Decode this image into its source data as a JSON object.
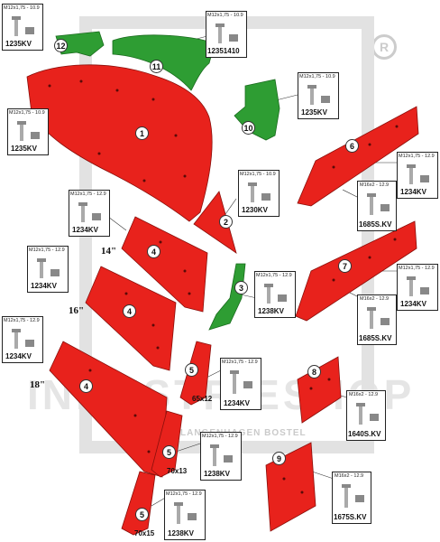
{
  "colors": {
    "red_part": "#e8221c",
    "green_part": "#2e9d33",
    "frame": "#dddddd"
  },
  "watermark": {
    "main": "INDUSTRIESHOP",
    "sub": "LANGENHAGEN BOSTEL",
    "reg_mark": "R"
  },
  "size_labels": {
    "s14": "14\"",
    "s16": "16\"",
    "s18": "18\"",
    "s65x12": "65x12",
    "s70x13": "70x13",
    "s70x15": "70x15"
  },
  "callouts": {
    "c1": "1",
    "c2": "2",
    "c3": "3",
    "c4a": "4",
    "c4b": "4",
    "c4c": "4",
    "c5a": "5",
    "c5b": "5",
    "c5c": "5",
    "c6": "6",
    "c7": "7",
    "c8": "8",
    "c9": "9",
    "c10": "10",
    "c11": "11",
    "c12": "12"
  },
  "bolts": {
    "b12": {
      "spec": "M12x1,75 - 10.9",
      "code": "1235KV"
    },
    "b11": {
      "spec": "M12x1,75 - 10.9",
      "code": "12351410"
    },
    "b10": {
      "spec": "M12x1,75 - 10.9",
      "code": "1235KV"
    },
    "b1": {
      "spec": "M12x1,75 - 10.9",
      "code": "1235KV"
    },
    "b2": {
      "spec": "M12x1,75 - 10.9",
      "code": "1230KV"
    },
    "b4a": {
      "spec": "M12x1,75 - 12.9",
      "code": "1234KV"
    },
    "b4b": {
      "spec": "M12x1,75 - 12.9",
      "code": "1234KV"
    },
    "b3": {
      "spec": "M12x1,75 - 12.9",
      "code": "1238KV"
    },
    "b4c": {
      "spec": "M12x1,75 - 12.9",
      "code": "1234KV"
    },
    "b6a": {
      "spec": "M12x1,75 - 12.9",
      "code": "1234KV"
    },
    "b6b": {
      "spec": "M16x2 - 12.9",
      "code": "1685S.KV"
    },
    "b7a": {
      "spec": "M12x1,75 - 12.9",
      "code": "1234KV"
    },
    "b7b": {
      "spec": "M16x2 - 12.9",
      "code": "1685S.KV"
    },
    "b5a": {
      "spec": "M12x1,75 - 12.9",
      "code": "1234KV"
    },
    "b8": {
      "spec": "M16x2 - 12.9",
      "code": "1640S.KV"
    },
    "b5b": {
      "spec": "M12x1,75 - 12.9",
      "code": "1238KV"
    },
    "b9": {
      "spec": "M16x2 - 12.9",
      "code": "1675S.KV"
    },
    "b5c": {
      "spec": "M12x1,75 - 12.9",
      "code": "1238KV"
    }
  }
}
